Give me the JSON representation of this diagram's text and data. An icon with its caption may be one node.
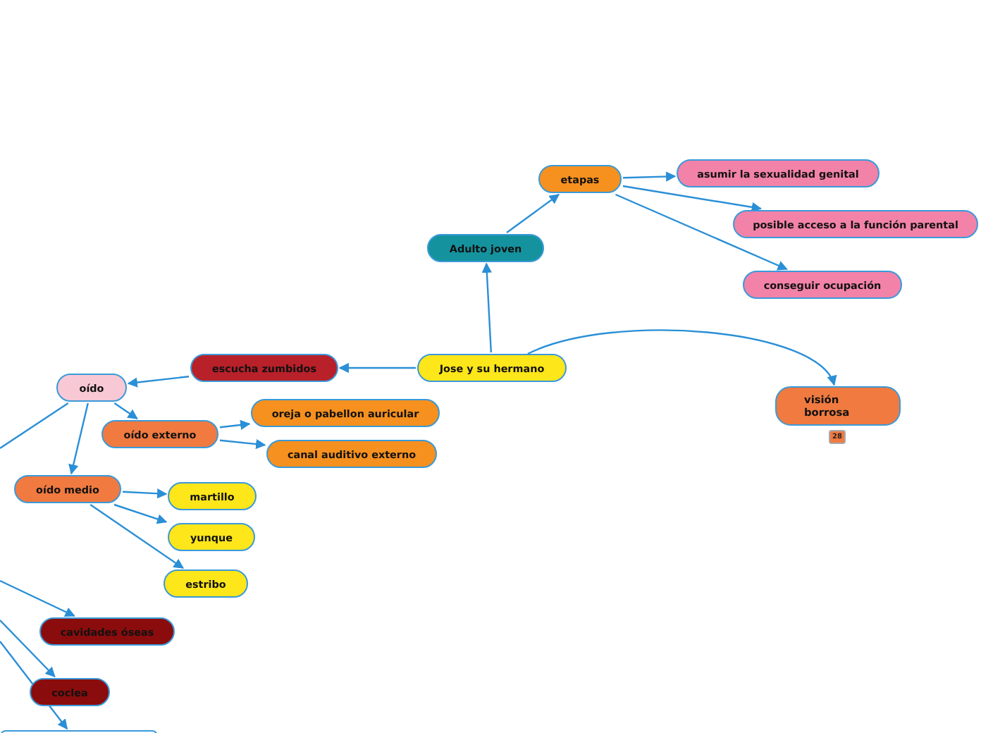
{
  "diagram": {
    "nodes": [
      {
        "text": [
          "Jose y su hermano"
        ]
      },
      {
        "text": [
          "Adulto joven"
        ]
      },
      {
        "text": [
          "etapas"
        ]
      },
      {
        "text": [
          "asumir la sexualidad genital"
        ]
      },
      {
        "text": [
          "posible acceso a la función parental"
        ]
      },
      {
        "text": [
          "conseguir ocupación"
        ]
      },
      {
        "text": [
          "visión borrosa"
        ],
        "beside": [
          "28"
        ]
      },
      {
        "text": [
          "escucha zumbidos"
        ]
      },
      {
        "text": [
          "oído"
        ]
      },
      {
        "text": [
          "oído externo"
        ]
      },
      {
        "text": [
          "oreja o pabellon auricular"
        ]
      },
      {
        "text": [
          "canal auditivo externo"
        ]
      },
      {
        "text": [
          "oído medio"
        ]
      },
      {
        "text": [
          "martillo"
        ]
      },
      {
        "text": [
          "yunque"
        ]
      },
      {
        "text": [
          "estribo"
        ]
      },
      {
        "text": [
          "cavidades óseas"
        ]
      },
      {
        "text": [
          "coclea"
        ]
      },
      {
        "text": [],
        "shape": "box"
      }
    ],
    "edges": [
      {
        "from": 0,
        "to": 1,
        "arrow": "to"
      },
      {
        "from": 1,
        "to": 2,
        "arrow": "to"
      },
      {
        "from": 2,
        "to": 3,
        "arrow": "to"
      },
      {
        "from": 2,
        "to": 4,
        "arrow": "to"
      },
      {
        "from": 2,
        "to": 5,
        "arrow": "to"
      },
      {
        "from": 0,
        "to": 6,
        "arrow": "to"
      },
      {
        "from": 0,
        "to": 7,
        "arrow": "to"
      },
      {
        "from": 7,
        "to": 8,
        "arrow": "to"
      },
      {
        "from": 8,
        "to": 9,
        "arrow": "to"
      },
      {
        "from": 9,
        "to": 10,
        "arrow": "to"
      },
      {
        "from": 9,
        "to": 11,
        "arrow": "to"
      },
      {
        "from": 8,
        "to": 12,
        "arrow": "to"
      },
      {
        "from": 12,
        "to": 13,
        "arrow": "to"
      },
      {
        "from": 12,
        "to": 14,
        "arrow": "to"
      },
      {
        "from": 12,
        "to": 15,
        "arrow": "to"
      },
      {
        "from": 8,
        "to": null,
        "arrow": "none"
      },
      {
        "from": null,
        "to": 16,
        "arrow": "to"
      },
      {
        "from": null,
        "to": 17,
        "arrow": "to"
      },
      {
        "from": null,
        "to": 18,
        "arrow": "to"
      }
    ]
  }
}
